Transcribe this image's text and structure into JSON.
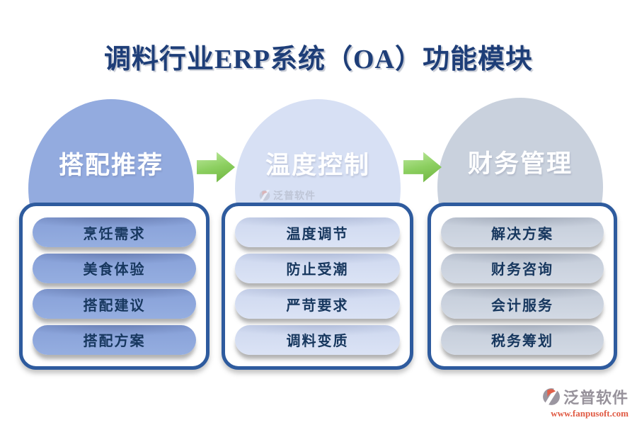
{
  "title": "调料行业ERP系统（OA）功能模块",
  "stages": [
    {
      "header": "搭配推荐",
      "items": [
        "烹饪需求",
        "美食体验",
        "搭配建议",
        "搭配方案"
      ]
    },
    {
      "header": "温度控制",
      "items": [
        "温度调节",
        "防止受潮",
        "严苛要求",
        "调料变质"
      ]
    },
    {
      "header": "财务管理",
      "items": [
        "解决方案",
        "财务咨询",
        "会计服务",
        "税务筹划"
      ]
    }
  ],
  "watermark": {
    "brand": "泛普软件"
  },
  "footer": {
    "brand": "泛普软件",
    "url": "www.fanpusoft.com"
  },
  "icons": {
    "flow_arrow": "arrow-right-icon",
    "brand_logo": "fanpu-logo-icon"
  },
  "colors": {
    "title_text": "#1e3e78",
    "stage1_bubble": "#8fa8dc",
    "stage2_bubble": "#d4ddf2",
    "stage3_bubble": "#c6ceda",
    "panel_border": "#2e5b9e",
    "pill_stage1": "#8ea8de",
    "pill_stage2": "#d6dff3",
    "pill_stage3": "#ccd4e0",
    "pill_text": "#17375e",
    "arrow_green": "#7cbd4c",
    "footer_brand_text": "#97929b",
    "footer_url_text": "#e05a43"
  }
}
